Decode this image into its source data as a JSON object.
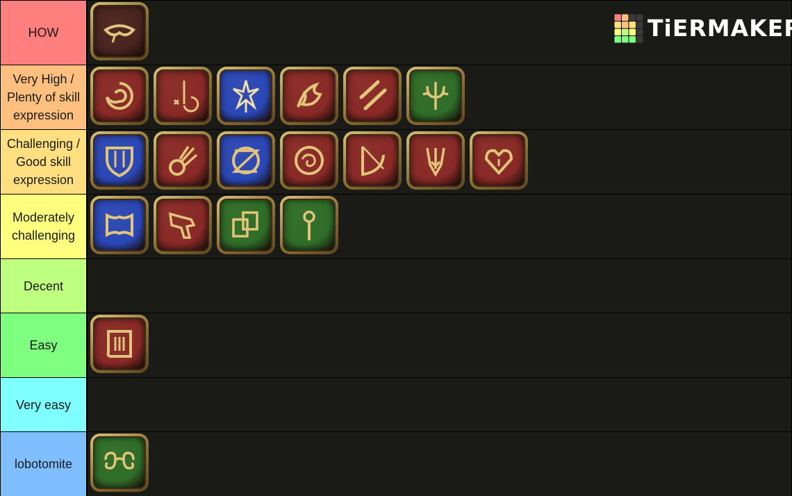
{
  "logo": {
    "text": "TiERMAKER",
    "grid_colors": [
      [
        "#ff7f7f",
        "#ffbf7f",
        "#3a3a3a",
        "#3a3a3a"
      ],
      [
        "#ffdf7f",
        "#ffbf7f",
        "#ffdf7f",
        "#3a3a3a"
      ],
      [
        "#ffff7f",
        "#bfff7f",
        "#ffff7f",
        "#3a3a3a"
      ],
      [
        "#7fff7f",
        "#7fff7f",
        "#7fff7f",
        "#3a3a3a"
      ]
    ]
  },
  "tiers": [
    {
      "id": "how",
      "label": "HOW",
      "color": "#ff7f7f",
      "items": [
        {
          "name": "mask-icon",
          "bg": "#4a2420"
        }
      ]
    },
    {
      "id": "very-high",
      "label": "Very High / Plenty of skill expression",
      "color": "#ffbf7f",
      "items": [
        {
          "name": "swirl-icon",
          "bg": "#8a2a28"
        },
        {
          "name": "lance-moon-icon",
          "bg": "#8a2a28"
        },
        {
          "name": "star-crystal-icon",
          "bg": "#2b48b8"
        },
        {
          "name": "flame-loop-icon",
          "bg": "#8a2a28"
        },
        {
          "name": "double-slash-icon",
          "bg": "#8a2a28"
        },
        {
          "name": "trident-flower-icon",
          "bg": "#2f6e2a"
        }
      ]
    },
    {
      "id": "challenging",
      "label": "Challenging / Good skill expression",
      "color": "#ffdf7f",
      "items": [
        {
          "name": "shield-icon",
          "bg": "#2b48b8"
        },
        {
          "name": "meteor-icon",
          "bg": "#8a2a28"
        },
        {
          "name": "slashed-circle-icon",
          "bg": "#2b48b8"
        },
        {
          "name": "ring-spiral-icon",
          "bg": "#8a2a28"
        },
        {
          "name": "bow-icon",
          "bg": "#8a2a28"
        },
        {
          "name": "dragon-head-icon",
          "bg": "#8a2a28"
        },
        {
          "name": "heart-ornament-icon",
          "bg": "#8a2a28"
        }
      ]
    },
    {
      "id": "moderately",
      "label": "Moderately challenging",
      "color": "#ffff7f",
      "items": [
        {
          "name": "axe-icon",
          "bg": "#2b48b8"
        },
        {
          "name": "gun-icon",
          "bg": "#8a2a28"
        },
        {
          "name": "cards-icon",
          "bg": "#2f6e2a"
        },
        {
          "name": "staff-icon",
          "bg": "#2f6e2a"
        }
      ]
    },
    {
      "id": "decent",
      "label": "Decent",
      "color": "#bfff7f",
      "items": []
    },
    {
      "id": "easy",
      "label": "Easy",
      "color": "#7fff7f",
      "items": [
        {
          "name": "banner-icon",
          "bg": "#8a2a28"
        }
      ]
    },
    {
      "id": "very-easy",
      "label": "Very easy",
      "color": "#7fffff",
      "items": []
    },
    {
      "id": "lobotomite",
      "label": "lobotomite",
      "color": "#7fbfff",
      "items": [
        {
          "name": "twin-loops-icon",
          "bg": "#2f6e2a"
        }
      ]
    }
  ]
}
